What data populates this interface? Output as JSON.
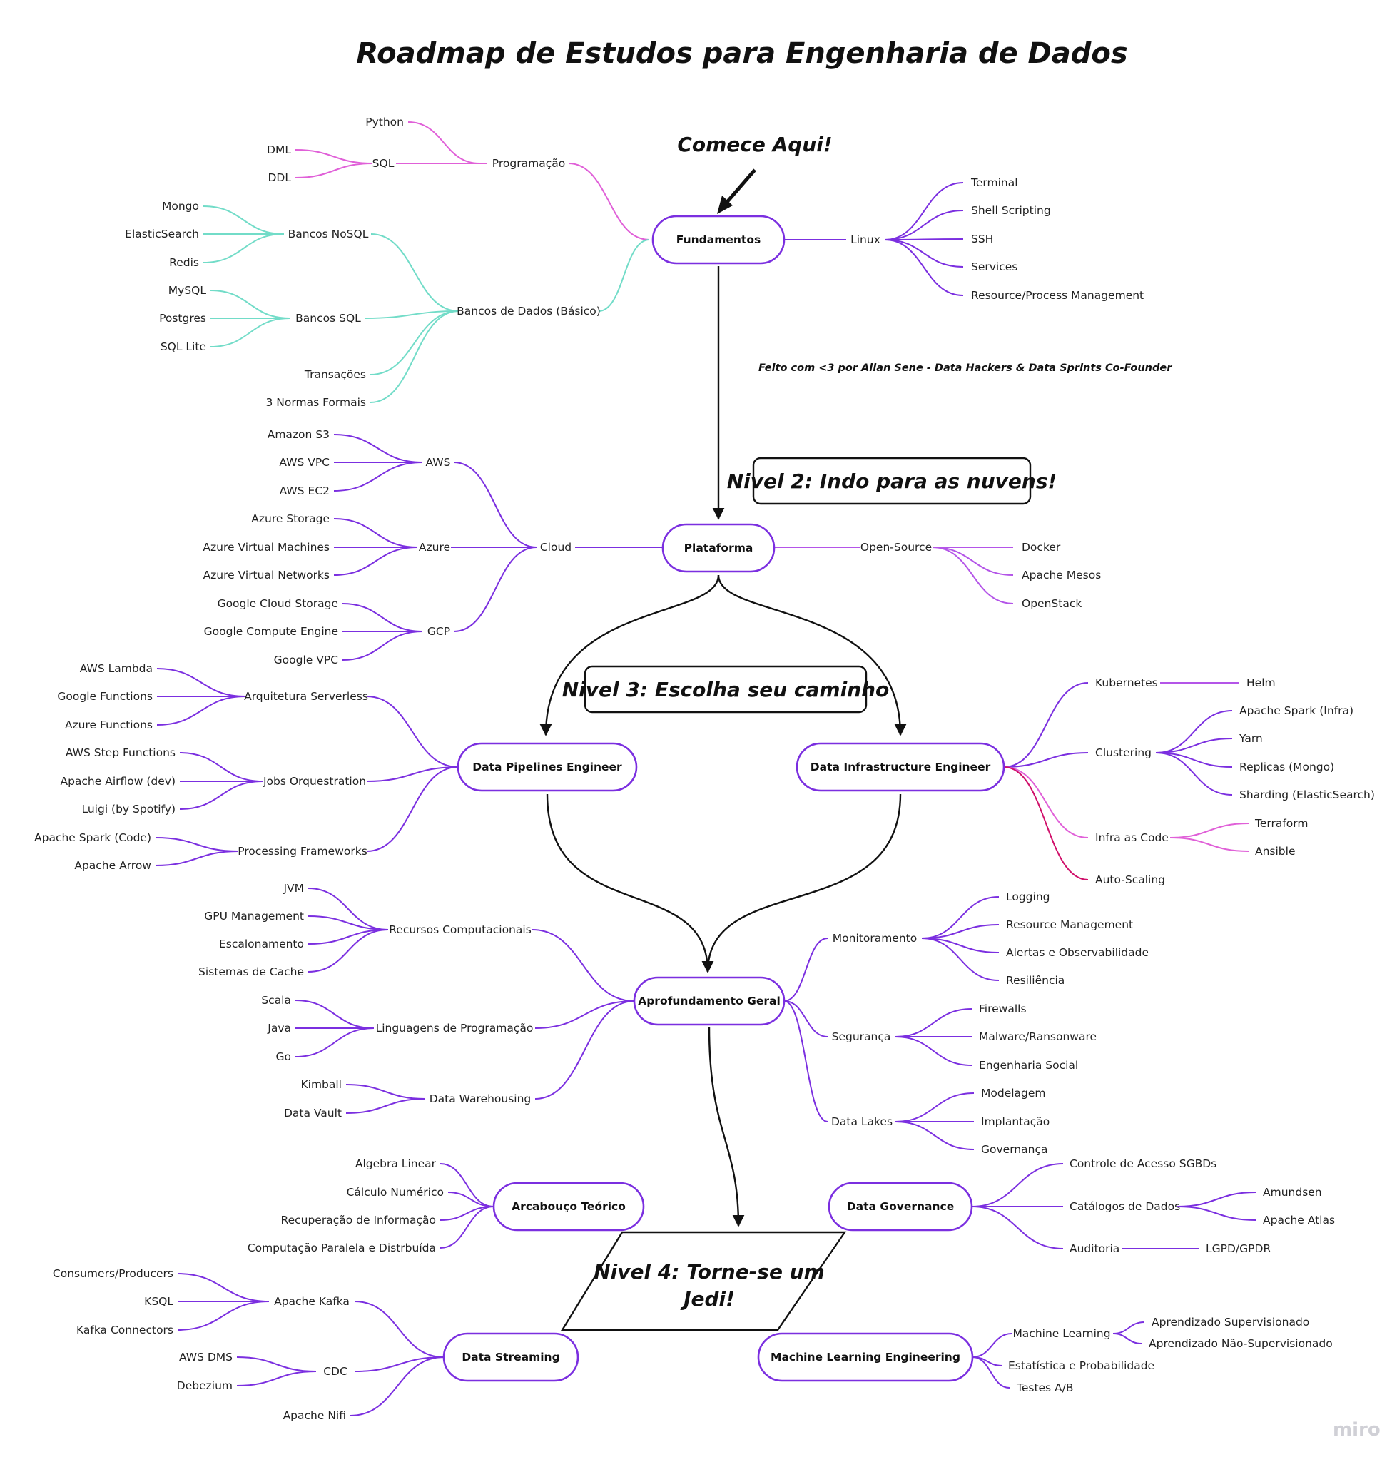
{
  "title": "Roadmap de Estudos para Engenharia de Dados",
  "start_label": "Comece Aqui!",
  "credit": "Feito com <3 por Allan Sene - Data Hackers & Data Sprints Co-Founder",
  "brand": "miro",
  "colors": {
    "purple": "#7b2fe0",
    "light_purple": "#b455e8",
    "pink": "#e060d8",
    "teal": "#72dcc8",
    "crimson": "#d0106a",
    "black": "#111111"
  },
  "levels": {
    "level2": "Nivel 2: Indo para as nuvens!",
    "level3": "Nivel 3: Escolha seu caminho",
    "level4_line1": "Nivel 4: Torne-se um",
    "level4_line2": "Jedi!"
  },
  "nodes": {
    "fundamentos": "Fundamentos",
    "plataforma": "Plataforma",
    "pipelines": "Data Pipelines Engineer",
    "infrastructure": "Data Infrastructure Engineer",
    "aprofundamento": "Aprofundamento Geral",
    "arcabouco": "Arcabouço Teórico",
    "governance": "Data Governance",
    "streaming": "Data Streaming",
    "ml": "Machine Learning Engineering"
  },
  "labels": {
    "python": "Python",
    "dml": "DML",
    "sql": "SQL",
    "ddl": "DDL",
    "programacao": "Programação",
    "mongo": "Mongo",
    "elasticsearch": "ElasticSearch",
    "redis": "Redis",
    "nosql": "Bancos NoSQL",
    "mysql": "MySQL",
    "postgres": "Postgres",
    "sqllite": "SQL Lite",
    "bancos_sql": "Bancos SQL",
    "bancos_dados": "Bancos de Dados (Básico)",
    "transacoes": "Transações",
    "normas": "3 Normas Formais",
    "linux": "Linux",
    "terminal": "Terminal",
    "shell": "Shell Scripting",
    "ssh": "SSH",
    "services": "Services",
    "resource_process": "Resource/Process Management",
    "s3": "Amazon S3",
    "aws_vpc": "AWS VPC",
    "ec2": "AWS EC2",
    "aws": "AWS",
    "azure_storage": "Azure Storage",
    "azure_vm": "Azure Virtual Machines",
    "azure_net": "Azure Virtual Networks",
    "azure": "Azure",
    "gcs": "Google Cloud Storage",
    "gce": "Google Compute Engine",
    "gvpc": "Google VPC",
    "gcp": "GCP",
    "cloud": "Cloud",
    "open_source": "Open-Source",
    "docker": "Docker",
    "mesos": "Apache Mesos",
    "openstack": "OpenStack",
    "lambda": "AWS Lambda",
    "gfunctions": "Google Functions",
    "afunctions": "Azure Functions",
    "serverless": "Arquitetura Serverless",
    "step_functions": "AWS Step Functions",
    "airflow": "Apache Airflow (dev)",
    "luigi": "Luigi (by Spotify)",
    "jobs": "Jobs Orquestration",
    "spark_code": "Apache Spark (Code)",
    "arrow": "Apache Arrow",
    "processing": "Processing Frameworks",
    "kubernetes": "Kubernetes",
    "helm": "Helm",
    "clustering": "Clustering",
    "spark_infra": "Apache Spark (Infra)",
    "yarn": "Yarn",
    "replicas": "Replicas (Mongo)",
    "sharding": "Sharding (ElasticSearch)",
    "iac": "Infra as Code",
    "terraform": "Terraform",
    "ansible": "Ansible",
    "autoscaling": "Auto-Scaling",
    "jvm": "JVM",
    "gpu": "GPU Management",
    "escalonamento": "Escalonamento",
    "cache": "Sistemas de Cache",
    "recursos": "Recursos Computacionais",
    "scala": "Scala",
    "java": "Java",
    "go": "Go",
    "linguagens": "Linguagens de Programação",
    "kimball": "Kimball",
    "data_vault": "Data Vault",
    "warehousing": "Data Warehousing",
    "monitoramento": "Monitoramento",
    "logging": "Logging",
    "resource_mgmt": "Resource Management",
    "alertas": "Alertas e Observabilidade",
    "resiliencia": "Resiliência",
    "seguranca": "Segurança",
    "firewalls": "Firewalls",
    "malware": "Malware/Ransonware",
    "engenharia_social": "Engenharia Social",
    "data_lakes": "Data Lakes",
    "modelagem": "Modelagem",
    "implantacao": "Implantação",
    "governanca": "Governança",
    "algebra": "Algebra Linear",
    "calculo": "Cálculo Numérico",
    "recuperacao": "Recuperação de Informação",
    "computacao": "Computação Paralela e Distrbuída",
    "controle": "Controle de Acesso SGBDs",
    "catalogos": "Catálogos de Dados",
    "amundsen": "Amundsen",
    "atlas": "Apache Atlas",
    "auditoria": "Auditoria",
    "lgpd": "LGPD/GPDR",
    "consumers": "Consumers/Producers",
    "ksql": "KSQL",
    "connectors": "Kafka Connectors",
    "kafka": "Apache Kafka",
    "dms": "AWS DMS",
    "debezium": "Debezium",
    "cdc": "CDC",
    "nifi": "Apache Nifi",
    "ml_label": "Machine Learning",
    "supervisionado": "Aprendizado Supervisionado",
    "nao_supervisionado": "Aprendizado Não-Supervisionado",
    "estatistica": "Estatística e Probabilidade",
    "testes": "Testes A/B"
  }
}
